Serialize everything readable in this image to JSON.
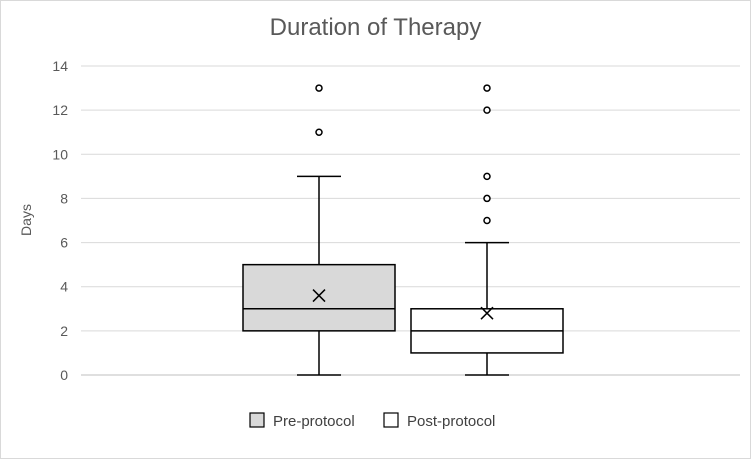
{
  "chart_data": {
    "type": "box",
    "title": "Duration of Therapy",
    "xlabel": "",
    "ylabel": "Days",
    "ylim": [
      0,
      14
    ],
    "yticks": [
      0,
      2,
      4,
      6,
      8,
      10,
      12,
      14
    ],
    "grid": true,
    "legend_position": "bottom",
    "series": [
      {
        "name": "Pre-protocol",
        "fill": "#d9d9d9",
        "min": 0,
        "q1": 2,
        "median": 3,
        "q3": 5,
        "max": 9,
        "mean": 3.6,
        "outliers": [
          11,
          13
        ]
      },
      {
        "name": "Post-protocol",
        "fill": "#ffffff",
        "min": 0,
        "q1": 1,
        "median": 2,
        "q3": 3,
        "max": 6,
        "mean": 2.8,
        "outliers": [
          7,
          8,
          9,
          12,
          13
        ]
      }
    ]
  }
}
